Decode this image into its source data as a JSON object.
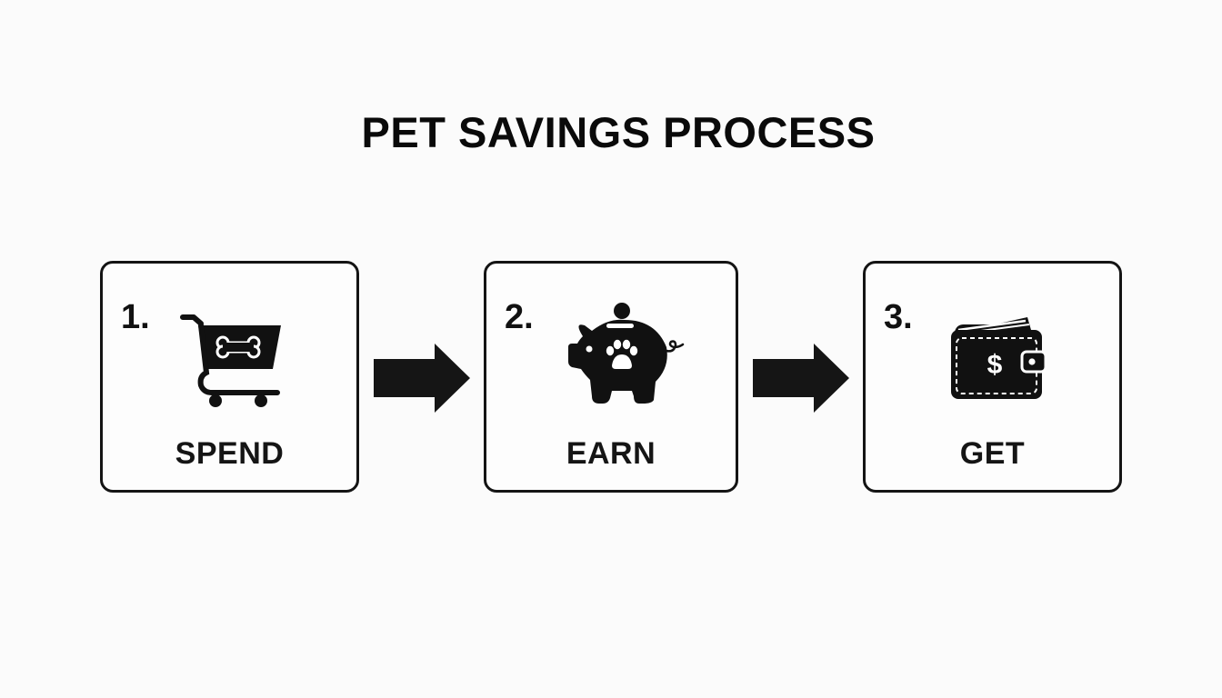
{
  "title": "PET SAVINGS PROCESS",
  "colors": {
    "background": "#fbfbfb",
    "ink": "#111111",
    "box_border": "#141414"
  },
  "steps": [
    {
      "number": "1.",
      "label": "SPEND",
      "icon": "shopping-cart-with-bone-icon"
    },
    {
      "number": "2.",
      "label": "EARN",
      "icon": "piggy-bank-with-paw-icon"
    },
    {
      "number": "3.",
      "label": "GET",
      "icon": "wallet-with-dollar-icon"
    }
  ],
  "connectors": [
    {
      "from": "1",
      "to": "2",
      "icon": "arrow-right-icon"
    },
    {
      "from": "2",
      "to": "3",
      "icon": "arrow-right-icon"
    }
  ]
}
